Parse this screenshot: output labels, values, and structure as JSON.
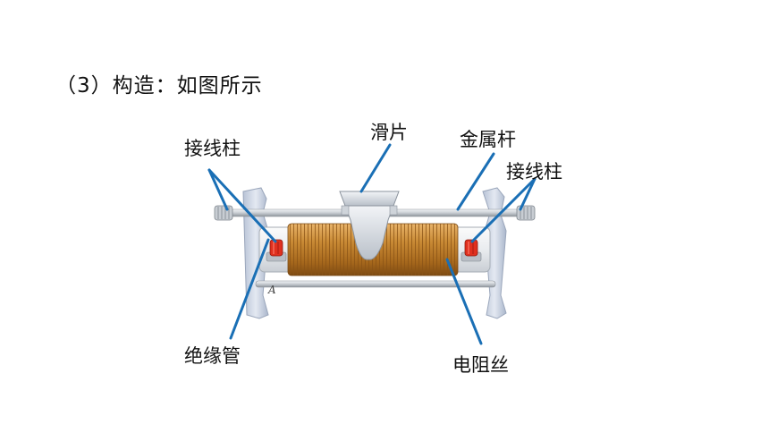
{
  "heading": "（3）构造：如图所示",
  "labels": {
    "terminal_left": "接线柱",
    "slider": "滑片",
    "metal_rod": "金属杆",
    "terminal_right": "接线柱",
    "insulating_tube": "绝缘管",
    "resistance_wire": "电阻丝"
  },
  "diagram": {
    "end_letter_left": "A"
  },
  "colors": {
    "leader_line": "#1a6fb5",
    "coil": "#c9862e",
    "frame": "#d4dbe8",
    "rod": "#d6dadf",
    "terminal": "#e0301f"
  }
}
